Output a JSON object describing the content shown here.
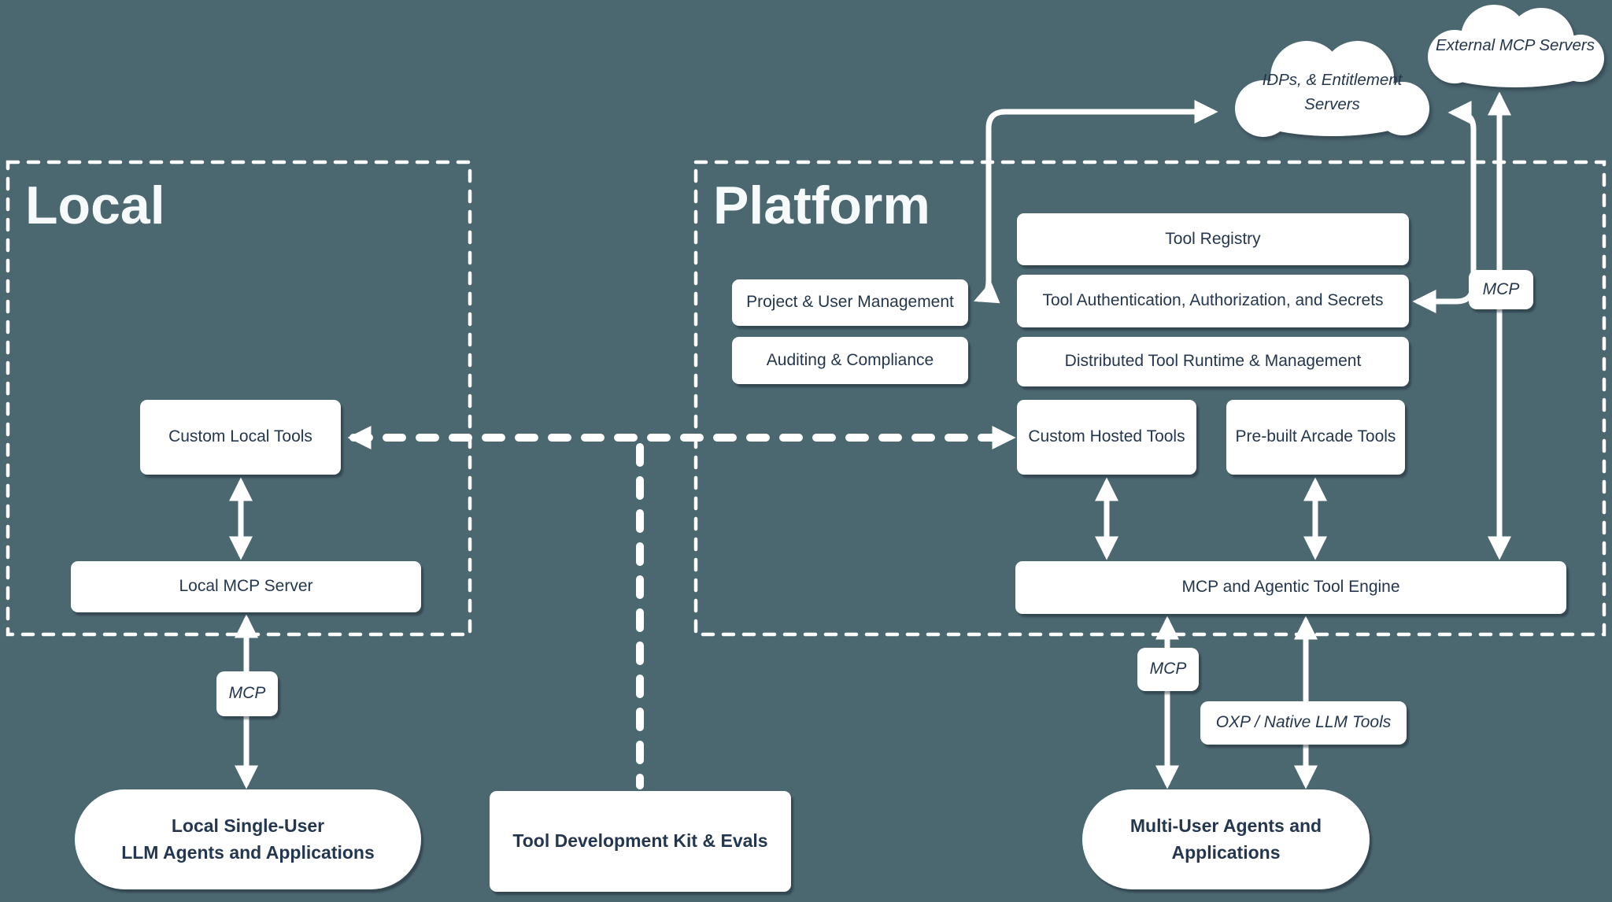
{
  "diagram": {
    "colors": {
      "background": "#4b6770",
      "box_fill": "#ffffff",
      "box_text": "#24374e",
      "line": "#ffffff",
      "region_title_text": "#f7fafb"
    },
    "regions": {
      "local": {
        "title": "Local"
      },
      "platform": {
        "title": "Platform"
      }
    },
    "clouds": {
      "external_mcp": {
        "label": "External MCP Servers"
      },
      "idps": {
        "line1": "IDPs, & Entitlement",
        "line2": "Servers"
      }
    },
    "nodes": {
      "tool_registry": {
        "label": "Tool Registry"
      },
      "tool_auth": {
        "label": "Tool Authentication, Authorization, and Secrets"
      },
      "distributed_runtime": {
        "label": "Distributed Tool Runtime & Management"
      },
      "project_user_mgmt": {
        "label": "Project & User Management"
      },
      "auditing_compliance": {
        "label": "Auditing & Compliance"
      },
      "custom_local_tools": {
        "label": "Custom Local Tools"
      },
      "custom_hosted_tools": {
        "label": "Custom Hosted Tools"
      },
      "prebuilt_arcade_tools": {
        "label": "Pre-built Arcade Tools"
      },
      "local_mcp_server": {
        "label": "Local MCP Server"
      },
      "mcp_engine": {
        "label": "MCP and Agentic Tool Engine"
      },
      "local_agents": {
        "line1": "Local Single-User",
        "line2": "LLM Agents and Applications"
      },
      "tool_dev_kit": {
        "label": "Tool Development Kit & Evals"
      },
      "multi_user_agents": {
        "line1": "Multi-User Agents and",
        "line2": "Applications"
      }
    },
    "edge_labels": {
      "mcp_local": "MCP",
      "mcp_external": "MCP",
      "mcp_engine_agents": "MCP",
      "oxp_native": "OXP / Native LLM Tools"
    }
  }
}
